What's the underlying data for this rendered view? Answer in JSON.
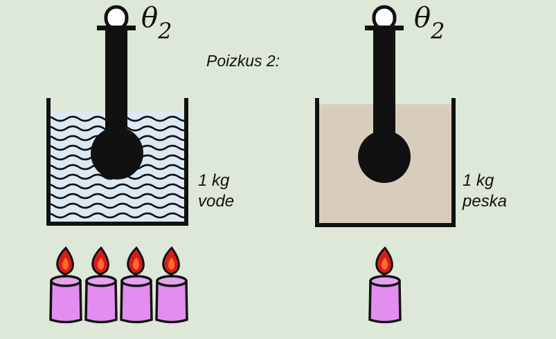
{
  "experiment_label": "Poizkus 2:",
  "thermometer_symbol": "θ",
  "thermometer_subscript": "2",
  "left_setup": {
    "mass_line1": "1 kg",
    "mass_line2": "vode",
    "candle_count": 4
  },
  "right_setup": {
    "mass_line1": "1 kg",
    "mass_line2": "peska",
    "candle_count": 1
  },
  "colors": {
    "background": "#dde8d8",
    "water": "#dce8f2",
    "sand": "#d8cdbd",
    "candle": "#e38df0",
    "flame": "#d61c1c",
    "outline": "#111111"
  }
}
